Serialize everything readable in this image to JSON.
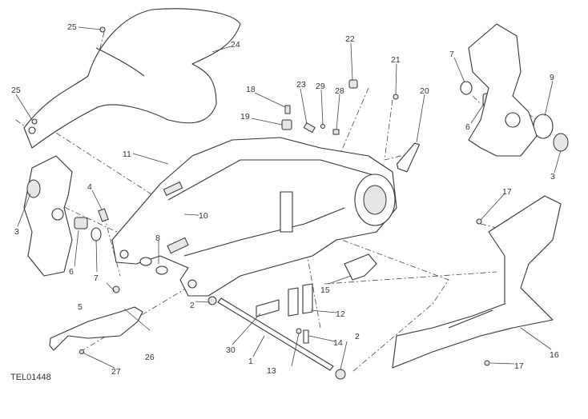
{
  "drawing_code": "TEL01448",
  "callouts": [
    "25",
    "24",
    "25",
    "11",
    "3",
    "4",
    "10",
    "8",
    "6",
    "7",
    "5",
    "2",
    "26",
    "27",
    "30",
    "1",
    "13",
    "14",
    "12",
    "2",
    "15",
    "16",
    "17",
    "17",
    "18",
    "19",
    "23",
    "29",
    "28",
    "22",
    "21",
    "20",
    "7",
    "6",
    "9",
    "3"
  ]
}
